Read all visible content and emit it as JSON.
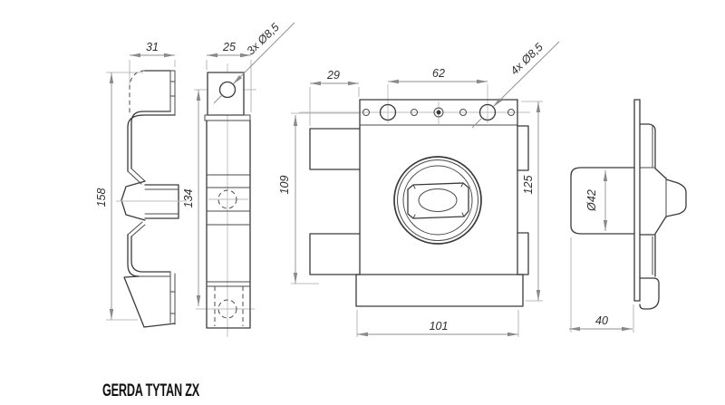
{
  "title": "GERDA TYTAN ZX",
  "dims": {
    "keeper_side_width": "31",
    "keeper_front_width": "25",
    "keeper_hole_label": "3x Ø8,5",
    "keeper_side_height": "158",
    "keeper_front_height": "134",
    "lock_left_offset": "29",
    "lock_hole_span": "62",
    "lock_hole_label": "4x Ø8,5",
    "lock_left_height": "109",
    "lock_right_height": "125",
    "lock_width": "101",
    "cylinder_diameter": "Ø42",
    "lock_depth": "40"
  },
  "colors": {
    "line": "#3a3a3a",
    "dimension": "#8f8f8f",
    "centerline": "#bdbdbd",
    "background": "#ffffff"
  }
}
